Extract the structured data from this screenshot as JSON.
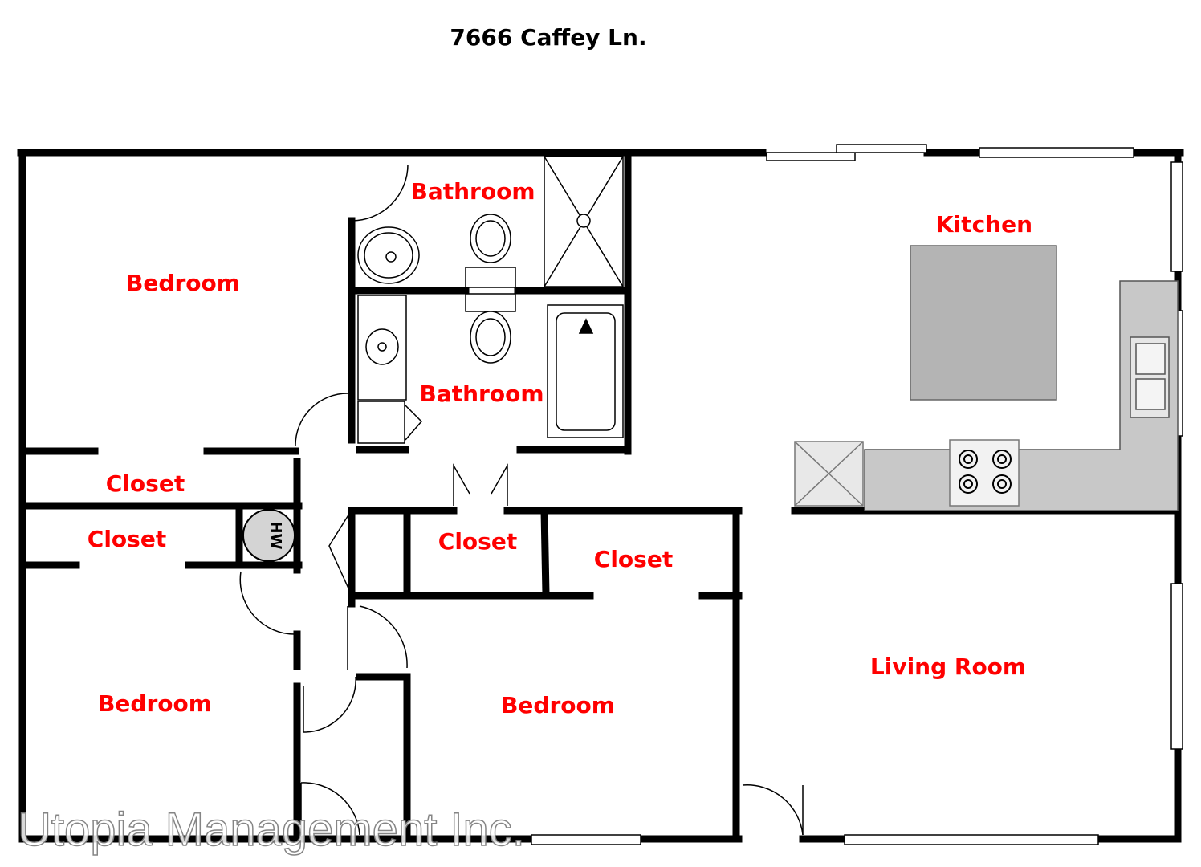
{
  "title": "7666 Caffey Ln.",
  "rooms": {
    "bedroom_top_left": "Bedroom",
    "bathroom_top": "Bathroom",
    "bathroom_middle": "Bathroom",
    "kitchen": "Kitchen",
    "closet_left_upper": "Closet",
    "closet_left_lower": "Closet",
    "closet_center": "Closet",
    "closet_right": "Closet",
    "bedroom_bottom_left": "Bedroom",
    "bedroom_bottom_center": "Bedroom",
    "living_room": "Living Room"
  },
  "fixtures": {
    "water_heater": "HW"
  },
  "watermark": "Utopia Management Inc.",
  "colors": {
    "label": "#ff0000",
    "wall": "#000000",
    "counter": "#c8c8c8",
    "island": "#b4b4b4"
  }
}
